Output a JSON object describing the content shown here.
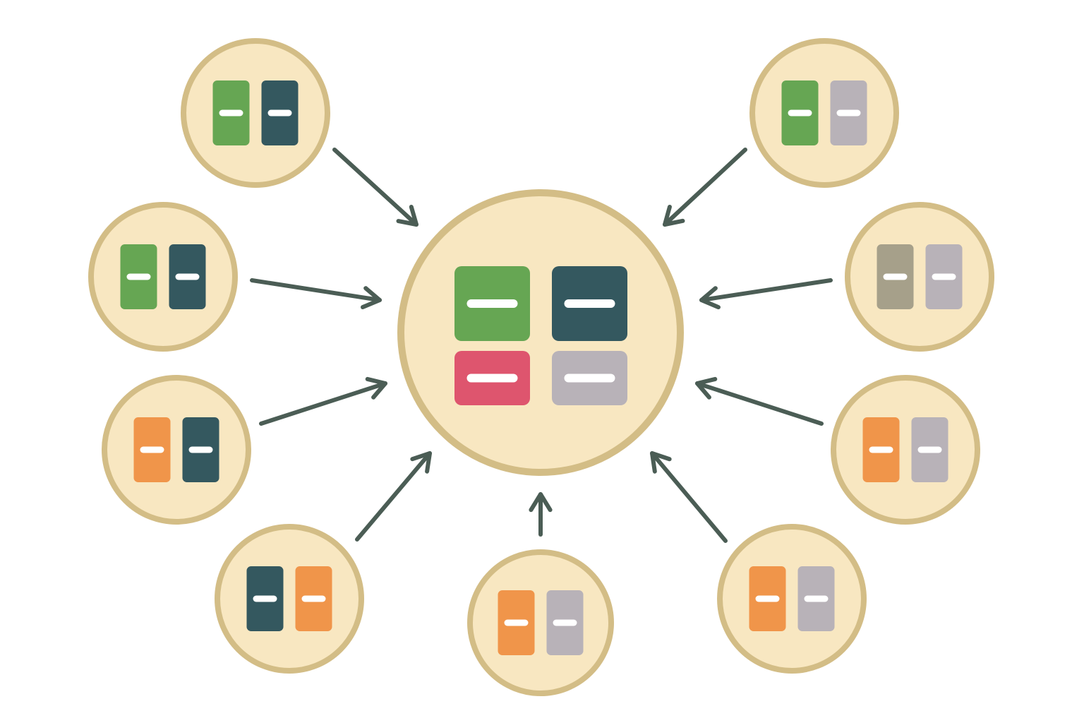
{
  "colors": {
    "background": "#ffffff",
    "node_fill": "#f8e7c1",
    "node_ring": "#d3bd86",
    "arrow": "#4b5d55",
    "bar_mark": "#ffffff",
    "green": "#66a653",
    "teal": "#34585f",
    "orange": "#f0954a",
    "gray": "#b8b2b8",
    "taupe": "#a6a08a",
    "red": "#de556e"
  },
  "hub": {
    "icon": "four-block-aggregate-icon",
    "blocks": [
      "green",
      "teal",
      "red",
      "gray"
    ]
  },
  "satellites": [
    {
      "id": "top-left",
      "blocks": [
        "green",
        "teal"
      ]
    },
    {
      "id": "upper-left",
      "blocks": [
        "green",
        "teal"
      ]
    },
    {
      "id": "lower-left",
      "blocks": [
        "orange",
        "teal"
      ]
    },
    {
      "id": "bottom-left",
      "blocks": [
        "teal",
        "orange"
      ]
    },
    {
      "id": "bottom-center",
      "blocks": [
        "orange",
        "gray"
      ]
    },
    {
      "id": "bottom-right",
      "blocks": [
        "orange",
        "gray"
      ]
    },
    {
      "id": "lower-right",
      "blocks": [
        "orange",
        "gray"
      ]
    },
    {
      "id": "upper-right",
      "blocks": [
        "taupe",
        "gray"
      ]
    },
    {
      "id": "top-right",
      "blocks": [
        "green",
        "gray"
      ]
    }
  ],
  "edges": [
    {
      "from": "top-left",
      "to": "hub"
    },
    {
      "from": "upper-left",
      "to": "hub"
    },
    {
      "from": "lower-left",
      "to": "hub"
    },
    {
      "from": "bottom-left",
      "to": "hub"
    },
    {
      "from": "bottom-center",
      "to": "hub"
    },
    {
      "from": "bottom-right",
      "to": "hub"
    },
    {
      "from": "lower-right",
      "to": "hub"
    },
    {
      "from": "upper-right",
      "to": "hub"
    },
    {
      "from": "top-right",
      "to": "hub"
    }
  ]
}
